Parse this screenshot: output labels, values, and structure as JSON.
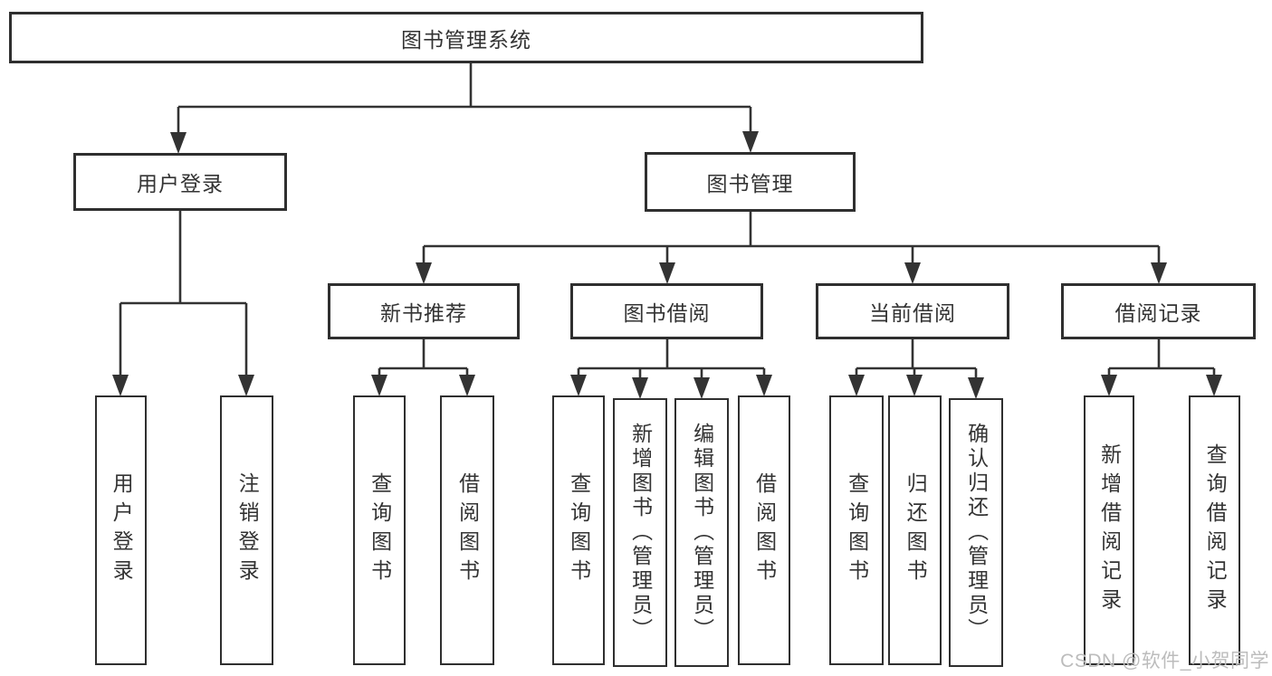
{
  "tree": {
    "root": "图书管理系统",
    "branches": [
      {
        "label": "用户登录",
        "children": [
          "用户登录",
          "注销登录"
        ]
      },
      {
        "label": "图书管理",
        "sections": [
          {
            "label": "新书推荐",
            "children": [
              "查询图书",
              "借阅图书"
            ]
          },
          {
            "label": "图书借阅",
            "children": [
              "查询图书",
              "新增图书（管理员）",
              "编辑图书（管理员）",
              "借阅图书"
            ]
          },
          {
            "label": "当前借阅",
            "children": [
              "查询图书",
              "归还图书",
              "确认归还（管理员）"
            ]
          },
          {
            "label": "借阅记录",
            "children": [
              "新增借阅记录",
              "查询借阅记录"
            ]
          }
        ]
      }
    ]
  },
  "watermark": {
    "text": "CSDN @软件_小贺同学"
  },
  "colors": {
    "line": "#333333",
    "border": "#2f2f2f",
    "text": "#333333",
    "watermark": "#bcbcbc",
    "background": "#ffffff"
  }
}
